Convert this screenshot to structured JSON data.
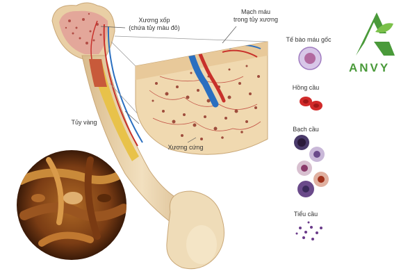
{
  "labels": {
    "spongy_bone_line1": "Xương xốp",
    "spongy_bone_line2": "(chứa tủy màu đỏ)",
    "vessels_line1": "Mạch máu",
    "vessels_line2": "trong tủy xương",
    "yellow_marrow": "Tủy vàng",
    "compact_bone": "Xương cứng"
  },
  "cells": [
    {
      "label": "Tế bào máu gốc"
    },
    {
      "label": "Hồng cầu"
    },
    {
      "label": "Bạch cầu"
    },
    {
      "label": "Tiểu cầu"
    }
  ],
  "logo": {
    "text": "ANVY",
    "icon": "leaf-a-logo-icon",
    "color": "#4a9a3a"
  },
  "colors": {
    "bone": "#e8d2a8",
    "marrow_red": "#b8322c",
    "vessel_blue": "#2a6fc0",
    "yellow_marrow": "#e8c24a"
  }
}
